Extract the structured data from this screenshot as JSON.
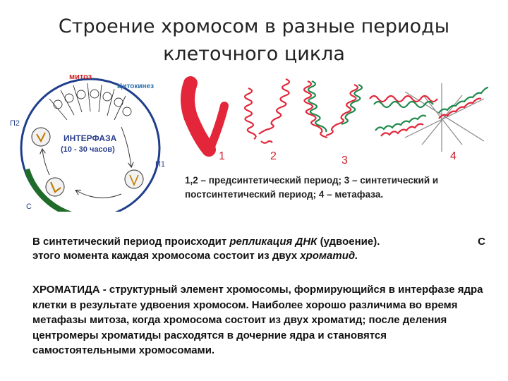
{
  "title_line1": "Строение хромосом в разные периоды",
  "title_line2": "клеточного цикла",
  "cycle": {
    "mitosis": "митоз",
    "cytokinesis": "Цитокинез",
    "g2": "П2",
    "interphase": "ИНТЕРФАЗА",
    "duration": "(10 - 30 часов)",
    "g1": "П1",
    "s": "С"
  },
  "chromosome_numbers": [
    "1",
    "2",
    "3",
    "4"
  ],
  "caption": "1,2 – предсинтетический период; 3 – синтетический и постсинтетический период; 4 – метафаза.",
  "para1": {
    "t1": "В синтетический период происходит ",
    "t2": "репликация ДНК",
    "t3": " (удвоение).",
    "t4": "С",
    "t5": "этого момента каждая хромосома состоит из двух ",
    "t6": "хроматид."
  },
  "para2": "ХРОМАТИДА - структурный элемент хромосомы, формирующийся в интерфазе ядра клетки в результате удвоения хромосом. Наиболее хорошо различима во время метафазы митоза, когда хромосома состоит из двух хроматид; после деления центромеры хроматиды расходятся в дочерние ядра и становятся самостоятельными хромосомами.",
  "colors": {
    "ring": "#1f3f8c",
    "s_phase": "#1f6b2a",
    "mitosis_label": "#cc2222",
    "cytokinesis_label": "#2a6fb0",
    "chromosome_red": "#e3263a",
    "chromosome_green": "#1e8a4a",
    "spindle": "#888888"
  }
}
